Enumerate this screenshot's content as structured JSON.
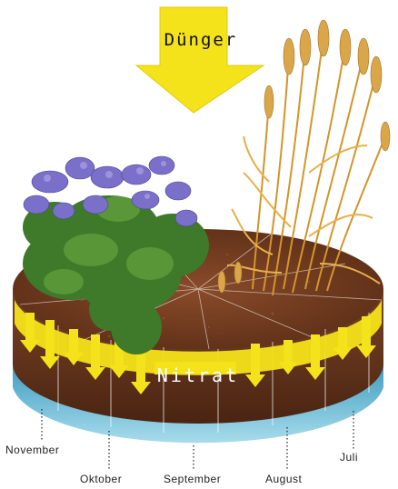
{
  "labels": {
    "fertilizer": "Dünger",
    "nitrate": "Nitrat"
  },
  "months": [
    "Juli",
    "August",
    "September",
    "Oktober",
    "November"
  ],
  "colors": {
    "arrow_yellow": "#f4e21a",
    "soil_brown": "#6b3a1f",
    "water_blue": "#4aa8c6",
    "phacelia_purple": "#7a6fc9",
    "grain_straw": "#e0a93a"
  }
}
